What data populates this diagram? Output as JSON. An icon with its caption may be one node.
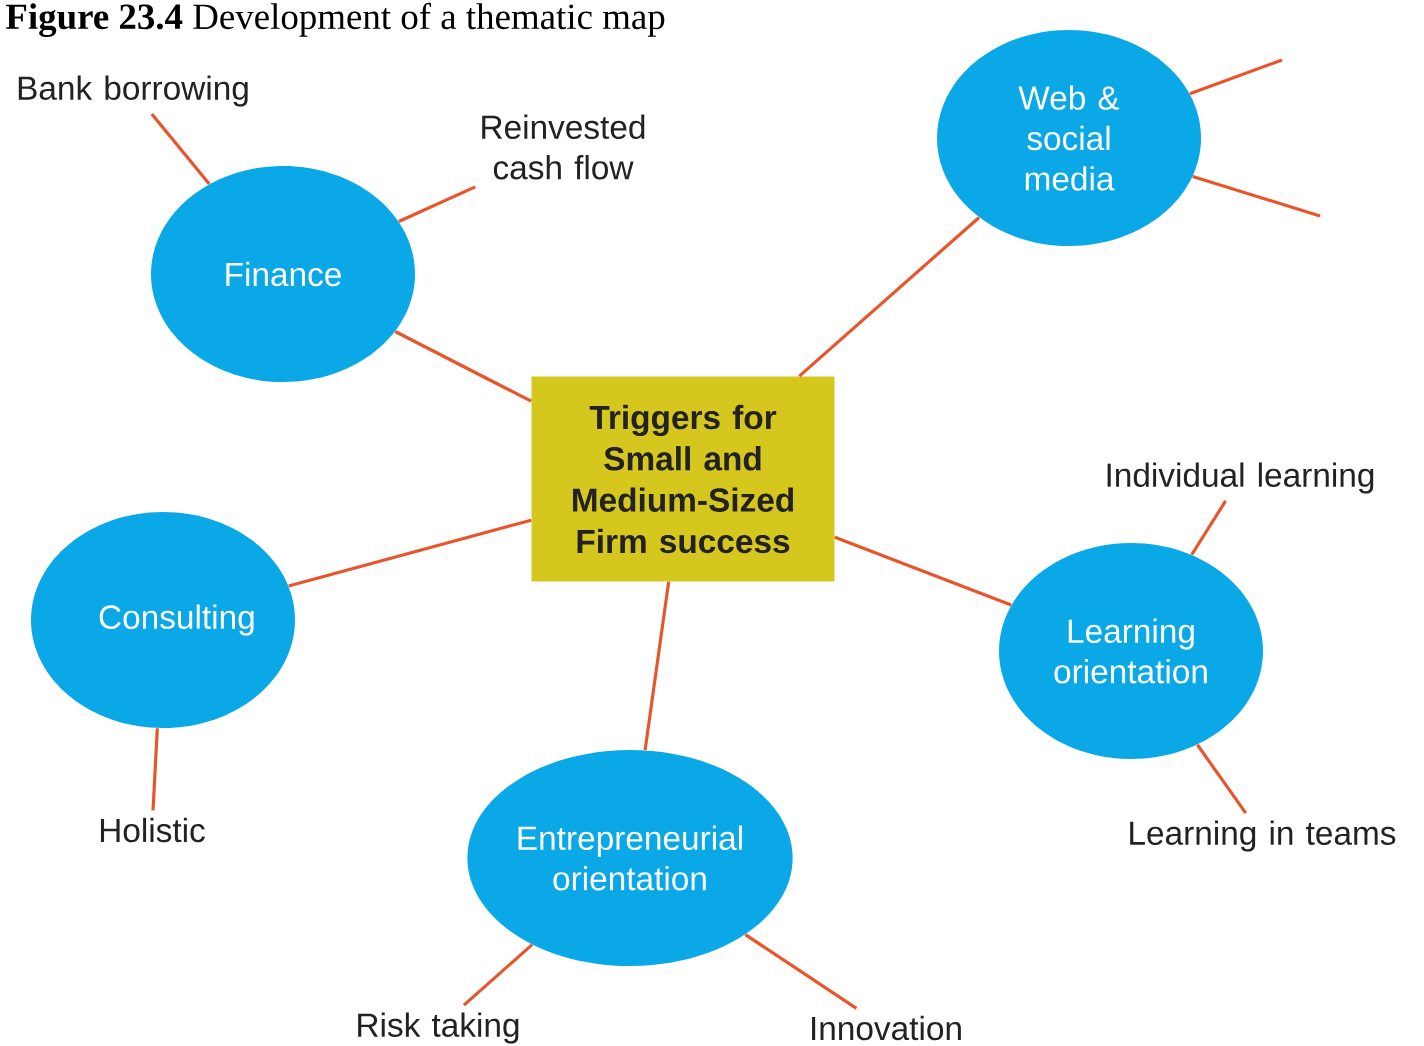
{
  "diagram": {
    "title": "**Figure 23.4** Development of a thematic map",
    "nodes": [
      {
        "text": [
          "Triggers for Small and Medium-Sized Firm success"
        ]
      },
      {
        "text": [
          "Finance"
        ]
      },
      {
        "text": [
          "Web & social media"
        ]
      },
      {
        "text": [
          "Consulting"
        ]
      },
      {
        "text": [
          "Learning orientation"
        ]
      },
      {
        "text": [
          "Entrepreneurial orientation"
        ]
      },
      {
        "text": [
          "Bank borrowing"
        ]
      },
      {
        "text": [
          "Reinvested cash flow"
        ]
      },
      {
        "text": [
          "Holistic"
        ]
      },
      {
        "text": [
          "Individual learning"
        ]
      },
      {
        "text": [
          "Learning in teams"
        ]
      },
      {
        "text": [
          "Risk taking"
        ]
      },
      {
        "text": [
          "Innovation"
        ]
      }
    ],
    "edges": [
      {
        "from": 0,
        "to": 1,
        "arrow": "none"
      },
      {
        "from": 0,
        "to": 2,
        "arrow": "none"
      },
      {
        "from": 0,
        "to": 3,
        "arrow": "none"
      },
      {
        "from": 0,
        "to": 4,
        "arrow": "none"
      },
      {
        "from": 0,
        "to": 5,
        "arrow": "none"
      },
      {
        "from": 1,
        "to": 6,
        "arrow": "none"
      },
      {
        "from": 1,
        "to": 7,
        "arrow": "none"
      },
      {
        "from": 2,
        "to": null,
        "arrow": "none"
      },
      {
        "from": 2,
        "to": null,
        "arrow": "none"
      },
      {
        "from": 3,
        "to": 8,
        "arrow": "none"
      },
      {
        "from": 4,
        "to": 9,
        "arrow": "none"
      },
      {
        "from": 4,
        "to": 10,
        "arrow": "none"
      },
      {
        "from": 5,
        "to": 11,
        "arrow": "none"
      },
      {
        "from": 5,
        "to": 12,
        "arrow": "none"
      }
    ]
  }
}
